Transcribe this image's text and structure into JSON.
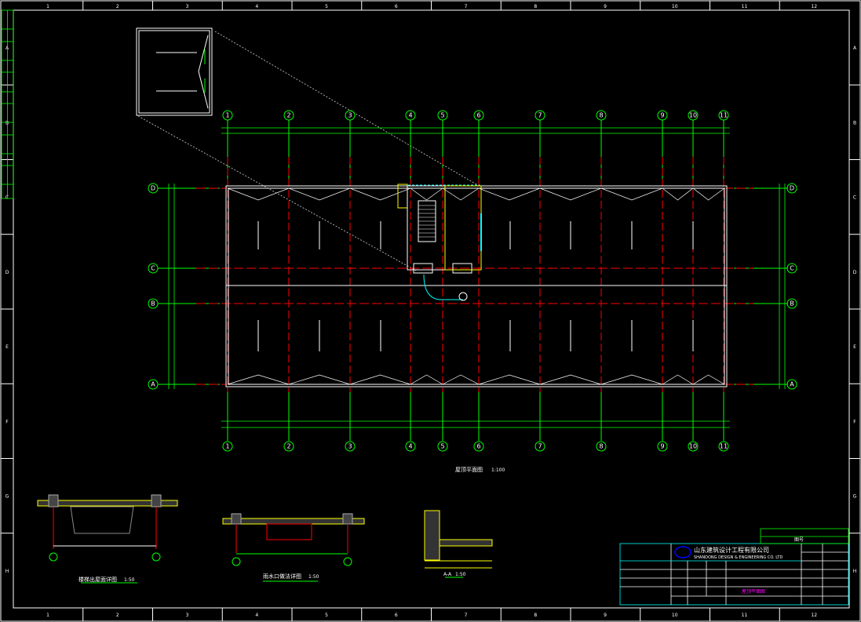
{
  "drawing": {
    "grid_columns": [
      "1",
      "2",
      "3",
      "4",
      "5",
      "6",
      "7",
      "8",
      "9",
      "10",
      "11"
    ],
    "grid_rows": [
      "D",
      "C",
      "B",
      "A"
    ],
    "border_columns": [
      "1",
      "2",
      "3",
      "4",
      "5",
      "6",
      "7",
      "8",
      "9",
      "10",
      "11",
      "12"
    ],
    "border_rows": [
      "A",
      "B",
      "C",
      "D",
      "E",
      "F",
      "G",
      "H"
    ],
    "titles": {
      "plan": "屋顶平面图",
      "plan_scale": "1:100",
      "detail1": "楼梯出屋面详图",
      "detail1_scale": "1:50",
      "detail2": "雨水口做法详图",
      "detail2_scale": "1:50",
      "section": "A-A",
      "section_scale": "1:50"
    },
    "title_block": {
      "company": "山东建筑设计工程有限公司",
      "company_en": "SHANDONG DESIGN & ENGINEERING CO. LTD",
      "drawing_name": "屋顶平面图",
      "header_label": "图号"
    }
  },
  "colors": {
    "grid": "#00ff00",
    "axis_red": "#ff0000",
    "wall": "#ffffff",
    "stair": "#ffff00",
    "pipe": "#00ffff",
    "text_mag": "#ff00ff"
  }
}
